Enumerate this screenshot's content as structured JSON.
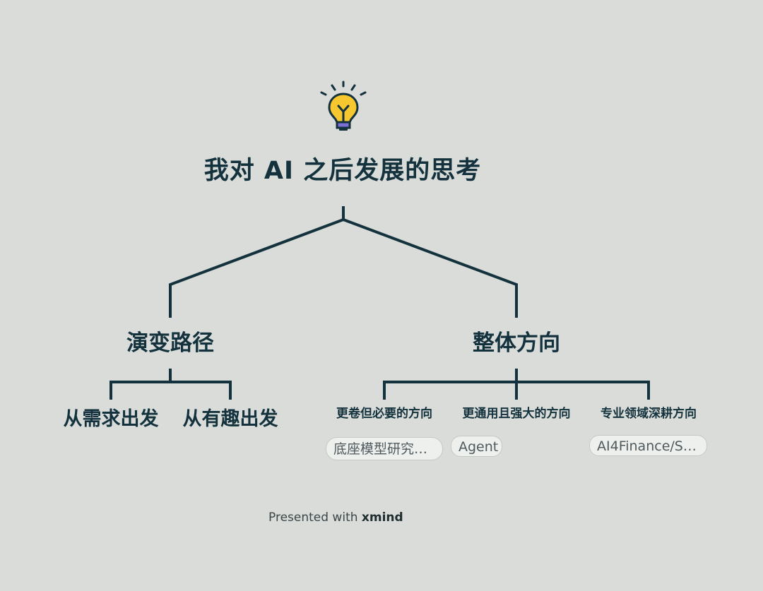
{
  "root": {
    "title": "我对 AI 之后发展的思考",
    "icon": "lightbulb-icon"
  },
  "branches": [
    {
      "label": "演变路径",
      "children": [
        {
          "label": "从需求出发"
        },
        {
          "label": "从有趣出发"
        }
      ]
    },
    {
      "label": "整体方向",
      "children": [
        {
          "label": "更卷但必要的方向",
          "note": "底座模型研究…"
        },
        {
          "label": "更通用且强大的方向",
          "note": "Agent"
        },
        {
          "label": "专业领域深耕方向",
          "note": "AI4Finance/S…"
        }
      ]
    }
  ],
  "footer": {
    "prefix": "Presented with",
    "brand": "xmind"
  },
  "colors": {
    "background": "#d9dcd8",
    "line": "#14323d",
    "bulb": "#f7c72f",
    "bulb_base": "#7b6fd6"
  }
}
